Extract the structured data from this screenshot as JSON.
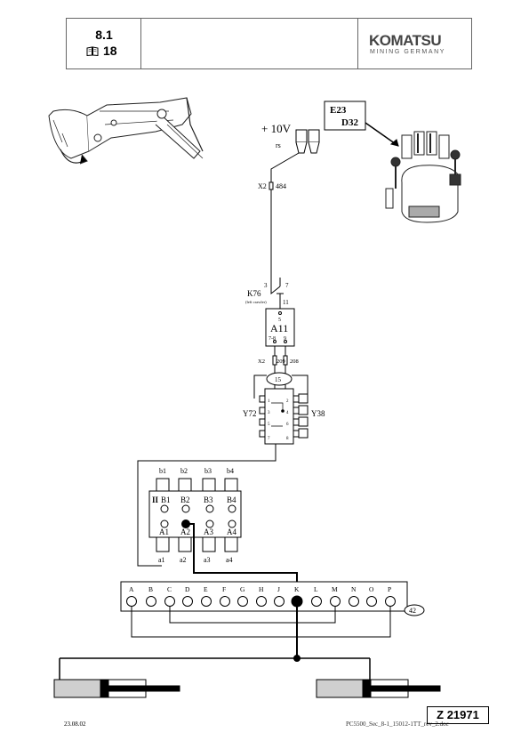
{
  "header": {
    "section": "8.1",
    "page": "18",
    "brand": "KOMATSU",
    "brand_sub": "MINING GERMANY"
  },
  "diagram": {
    "supply": "+ 10V",
    "supply_wire": "rs",
    "connector_x2_top": "X2",
    "connector_x2_top_pin": "484",
    "relay_label": "K76",
    "relay_note": "(left crawler)",
    "relay_pin_3": "3",
    "relay_pin_7": "7",
    "relay_pin_11": "11",
    "module": "A11",
    "module_pin_5": "5",
    "module_pin_78": "7-8",
    "module_pin_9": "9",
    "connector_x2_mid": "X2",
    "connector_x2_mid_pin_a": "209",
    "connector_x2_mid_pin_b": "208",
    "valve_circle": "15",
    "valve_left": "Y72",
    "valve_right": "Y38",
    "valve_pins_left": [
      "1",
      "3",
      "5",
      "7"
    ],
    "valve_pins_right": [
      "2",
      "4",
      "6",
      "8"
    ],
    "block_roman": "II",
    "block_top_labels": [
      "b1",
      "b2",
      "b3",
      "b4"
    ],
    "block_inner_top": [
      "B1",
      "B2",
      "B3",
      "B4"
    ],
    "block_inner_bottom": [
      "A1",
      "A2",
      "A3",
      "A4"
    ],
    "block_bottom_labels": [
      "a1",
      "a2",
      "a3",
      "a4"
    ],
    "terminal_letters": [
      "A",
      "B",
      "C",
      "D",
      "E",
      "F",
      "G",
      "H",
      "J",
      "K",
      "L",
      "M",
      "N",
      "O",
      "P"
    ],
    "terminal_circle": "42",
    "callout_top": "E23",
    "callout_bottom": "D32"
  },
  "footer": {
    "date": "23.08.02",
    "filename": "PC5500_Sec_8-1_15012-1TT_rev_2.doc",
    "drawing_id": "Z 21971"
  }
}
